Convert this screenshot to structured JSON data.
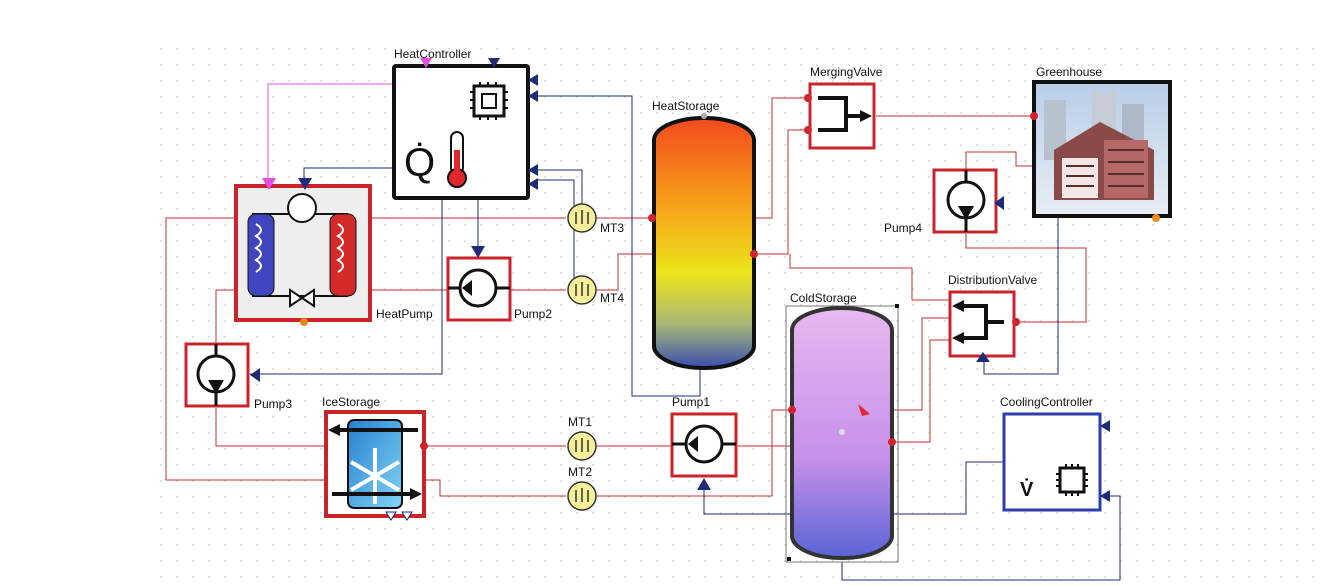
{
  "components": {
    "heat_controller": "HeatController",
    "heat_storage": "HeatStorage",
    "merging_valve": "MergingValve",
    "greenhouse": "Greenhouse",
    "pump4": "Pump4",
    "distribution_valve": "DistributionValve",
    "heat_pump": "HeatPump",
    "pump2": "Pump2",
    "pump3": "Pump3",
    "cold_storage": "ColdStorage",
    "ice_storage": "IceStorage",
    "pump1": "Pump1",
    "cooling_controller": "CoolingController",
    "mt1": "MT1",
    "mt2": "MT2",
    "mt3": "MT3",
    "mt4": "MT4"
  },
  "symbols": {
    "controller_glyph": "Q̇",
    "cooling_glyph": "V̇"
  },
  "colors": {
    "component_border": "#c9242b",
    "controller_border": "#111111",
    "cooling_border": "#2d3db0",
    "signal_wire": "#1f2a78",
    "fluid_wire": "#c0302e",
    "magenta_signal": "#e24de0",
    "sensor_fill": "#f6f09a"
  }
}
